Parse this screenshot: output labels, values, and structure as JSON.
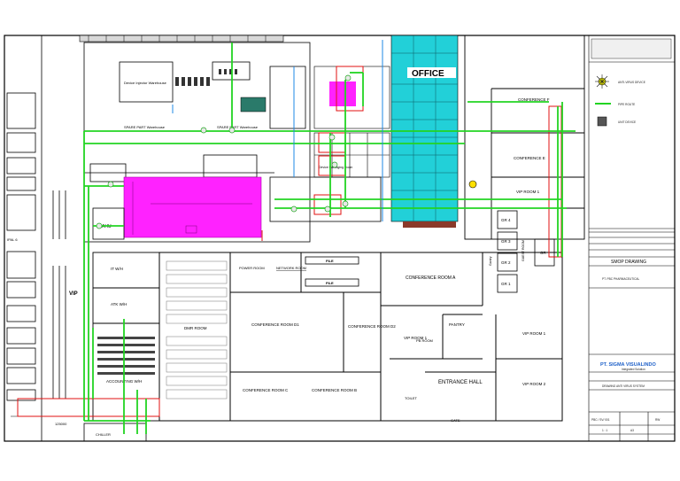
{
  "floor_plan": {
    "rooms": {
      "office": "OFFICE",
      "conference_f": "CONFERENCE F",
      "conference_e": "CONFERENCE E",
      "vip_room_1_right": "VIP ROOM 1",
      "gr4": "GR 4",
      "gr3": "GR 3",
      "gr2": "GR 2",
      "gr1": "GR 1",
      "guest_room": "GUEST ROOM",
      "gr": "GR",
      "device_injector": "Device Injector Warehouse",
      "spare_part_1": "SPARE PART Warehouse",
      "spare_part_2": "SPARE PART Warehouse",
      "device_packaging": "Device Packaging Room",
      "ahu": "AHU",
      "it_wh": "IT W/H",
      "atk_wh": "ATK W/H",
      "accounting_wh": "ACCOUNTING W/H",
      "dmr_room": "DMR ROOM",
      "power_room": "POWER ROOM",
      "network_room": "NETWORK ROOM",
      "file_1": "FILE",
      "file_2": "FILE",
      "conference_a": "CONFERENCE ROOM A",
      "conference_d1": "CONFERENCE ROOM D1",
      "conference_d2": "CONFERENCE ROOM D2",
      "conference_c": "CONFERENCE ROOM C",
      "conference_b": "CONFERENCE ROOM B",
      "vip_room_1_mid": "VIP ROOM 1",
      "pantry": "PANTRY",
      "pb_room": "PB ROOM",
      "entrance_hall": "ENTRANCE HALL",
      "vip_room_1_low": "VIP ROOM 1",
      "vip_room_2": "VIP ROOM 2",
      "toilet": "TOILET",
      "gate": "GATE",
      "vip_left": "VIP",
      "chiller": "CHILLER",
      "gantry": "Gantry",
      "dimension": "125000"
    },
    "sidebar_left": [
      "IPAL 6"
    ]
  },
  "title_block": {
    "legend": [
      {
        "symbol": "sun-fixture-icon",
        "text": "ANTI-VIRUS DEVICE"
      },
      {
        "symbol": "green-line",
        "text": "PIPE ROUTE"
      },
      {
        "symbol": "dark-square",
        "text": "UNIT DEVICE"
      }
    ],
    "drawing_type": "SMOP DRAWING",
    "project": "PT. PBC PHARMACEUTICAL",
    "company_name": "PT. SIGMA VISUALINDO",
    "company_sub": "Integrated Solution",
    "drawing_title": "DRAWING ANTI VIRUS SYSTEM",
    "checked": "RW",
    "drawing_no": "PBC / SV/ 001",
    "scale": "1 : 1",
    "size": "A3"
  },
  "colors": {
    "pipe": "#22d422",
    "highlight_zone": "#ff22ff",
    "office_zone": "#22d0d8",
    "devices_box": "#e01010",
    "accent_blue": "#1e88e5"
  }
}
